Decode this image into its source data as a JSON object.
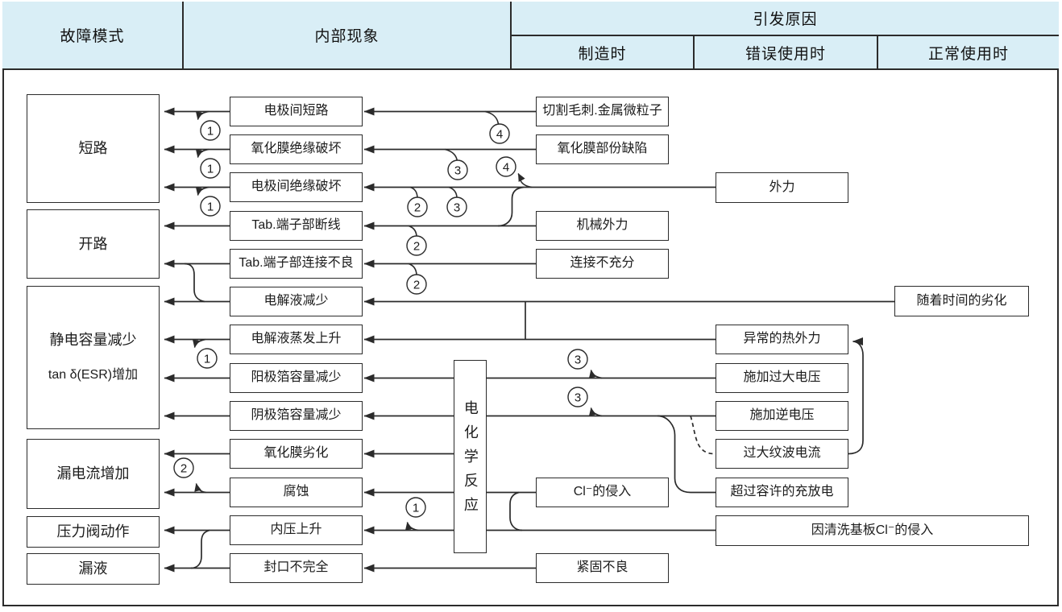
{
  "header": {
    "failure_mode": "故障模式",
    "internal_phenomenon": "内部现象",
    "cause": "引发原因",
    "manufacturing": "制造时",
    "misuse": "错误使用时",
    "normal_use": "正常使用时"
  },
  "failure_modes": {
    "short_circuit": "短路",
    "open_circuit": "开路",
    "capacitance_line1": "静电容量减少",
    "capacitance_line2": "tan δ(ESR)增加",
    "leakage_current": "漏电流增加",
    "vent_operation": "压力阀动作",
    "liquid_leak": "漏液"
  },
  "phenomena": {
    "electrode_short": "电极间短路",
    "oxide_insulation_break": "氧化膜绝缘破坏",
    "electrode_insulation_break": "电极间绝缘破坏",
    "tab_wire_break": "Tab.端子部断线",
    "tab_bad_connection": "Tab.端子部连接不良",
    "electrolyte_decrease": "电解液减少",
    "electrolyte_evaporation": "电解液蒸发上升",
    "anode_foil_cap_decrease": "阳极箔容量减少",
    "cathode_foil_cap_decrease": "阴极箔容量减少",
    "oxide_degradation": "氧化膜劣化",
    "corrosion": "腐蚀",
    "internal_pressure_rise": "内压上升",
    "incomplete_sealing": "封口不完全"
  },
  "center_box": "电化学反应",
  "causes_manufacturing": {
    "burr_particles": "切割毛刺.金属微粒子",
    "oxide_partial_defect": "氧化膜部份缺陷",
    "mechanical_force": "机械外力",
    "insufficient_connection": "连接不充分",
    "cl_intrusion": "Cl⁻的侵入",
    "bad_fastening": "紧固不良"
  },
  "causes_misuse": {
    "external_force": "外力",
    "abnormal_heat": "异常的热外力",
    "overvoltage": "施加过大电压",
    "reverse_voltage": "施加逆电压",
    "excess_ripple": "过大纹波电流",
    "excess_charge_discharge": "超过容许的充放电",
    "board_wash_cl": "因清洗基板Cl⁻的侵入"
  },
  "causes_normal": {
    "aging": "随着时间的劣化"
  },
  "connectors": {
    "c1": "1",
    "c2": "2",
    "c3": "3",
    "c4": "4"
  },
  "colors": {
    "line": "#2b2b2b",
    "header_bg": "#d9eef6"
  },
  "edges": [
    "电极间短路→短路(①)",
    "氧化膜绝缘破坏→短路(①)",
    "电极间绝缘破坏→短路(①)",
    "Tab.端子部断线→开路",
    "Tab.端子部连接不良→开路",
    "电解液减少→开路",
    "电解液减少→静电容量减少",
    "电解液蒸发上升→静电容量减少(①)",
    "阳极箔容量减少→静电容量减少",
    "阴极箔容量减少→静电容量减少",
    "氧化膜劣化→漏电流增加",
    "腐蚀→漏电流增加(②)",
    "内压上升→压力阀动作",
    "内压上升→漏液",
    "封口不完全→漏液",
    "切割毛刺.金属微粒子→电极间短路(④)",
    "氧化膜部份缺陷→氧化膜绝缘破坏(③)",
    "外力→电极间绝缘破坏(④)",
    "外力→Tab.端子部断线",
    "机械外力→Tab.端子部断线(②)",
    "连接不充分→Tab.端子部连接不良(②)",
    "随着时间的劣化→电解液减少",
    "异常的热外力→电解液蒸发上升",
    "施加过大电压→阳极箔容量减少(③)",
    "施加逆电压→阴极箔容量减少(③)",
    "过大纹波电流⇢施加逆电压线(虚线)",
    "过大纹波电流→异常的热外力",
    "超过容许的充放电→阴极箔容量减少线",
    "电化学反应→氧化膜劣化",
    "Cl⁻的侵入→电化学反应→腐蚀",
    "因清洗基板Cl⁻的侵入→内压上升(①)",
    "紧固不良→封口不完全"
  ]
}
